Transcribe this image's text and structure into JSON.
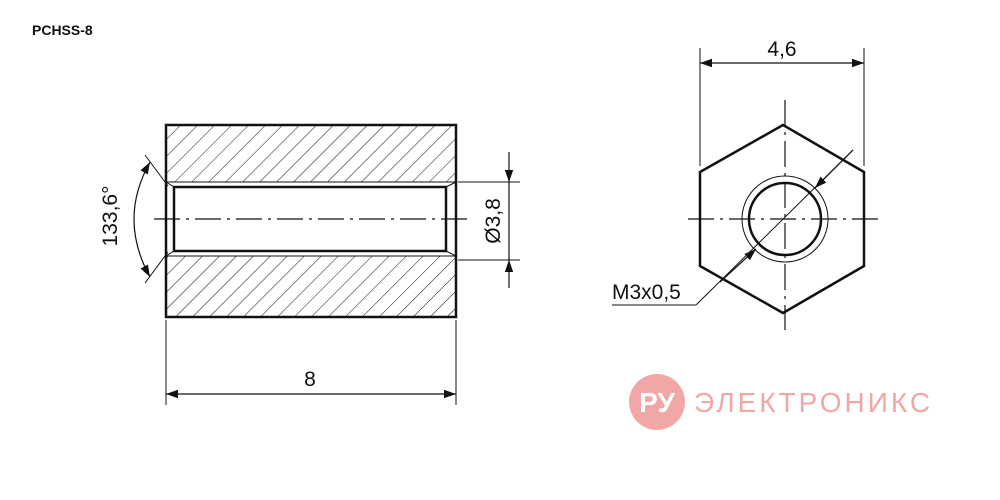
{
  "part_code": "PCHSS-8",
  "side_view": {
    "length_label": "8",
    "bore_diameter_label": "Ø3,8",
    "chamfer_angle_label": "133,6°"
  },
  "end_view": {
    "across_flats_label": "4,6",
    "thread_label": "M3x0,5"
  },
  "watermark": {
    "logo_text": "РУ",
    "brand_text": "ЭЛЕКТРОНИКС",
    "color": "#f2a7a7"
  }
}
